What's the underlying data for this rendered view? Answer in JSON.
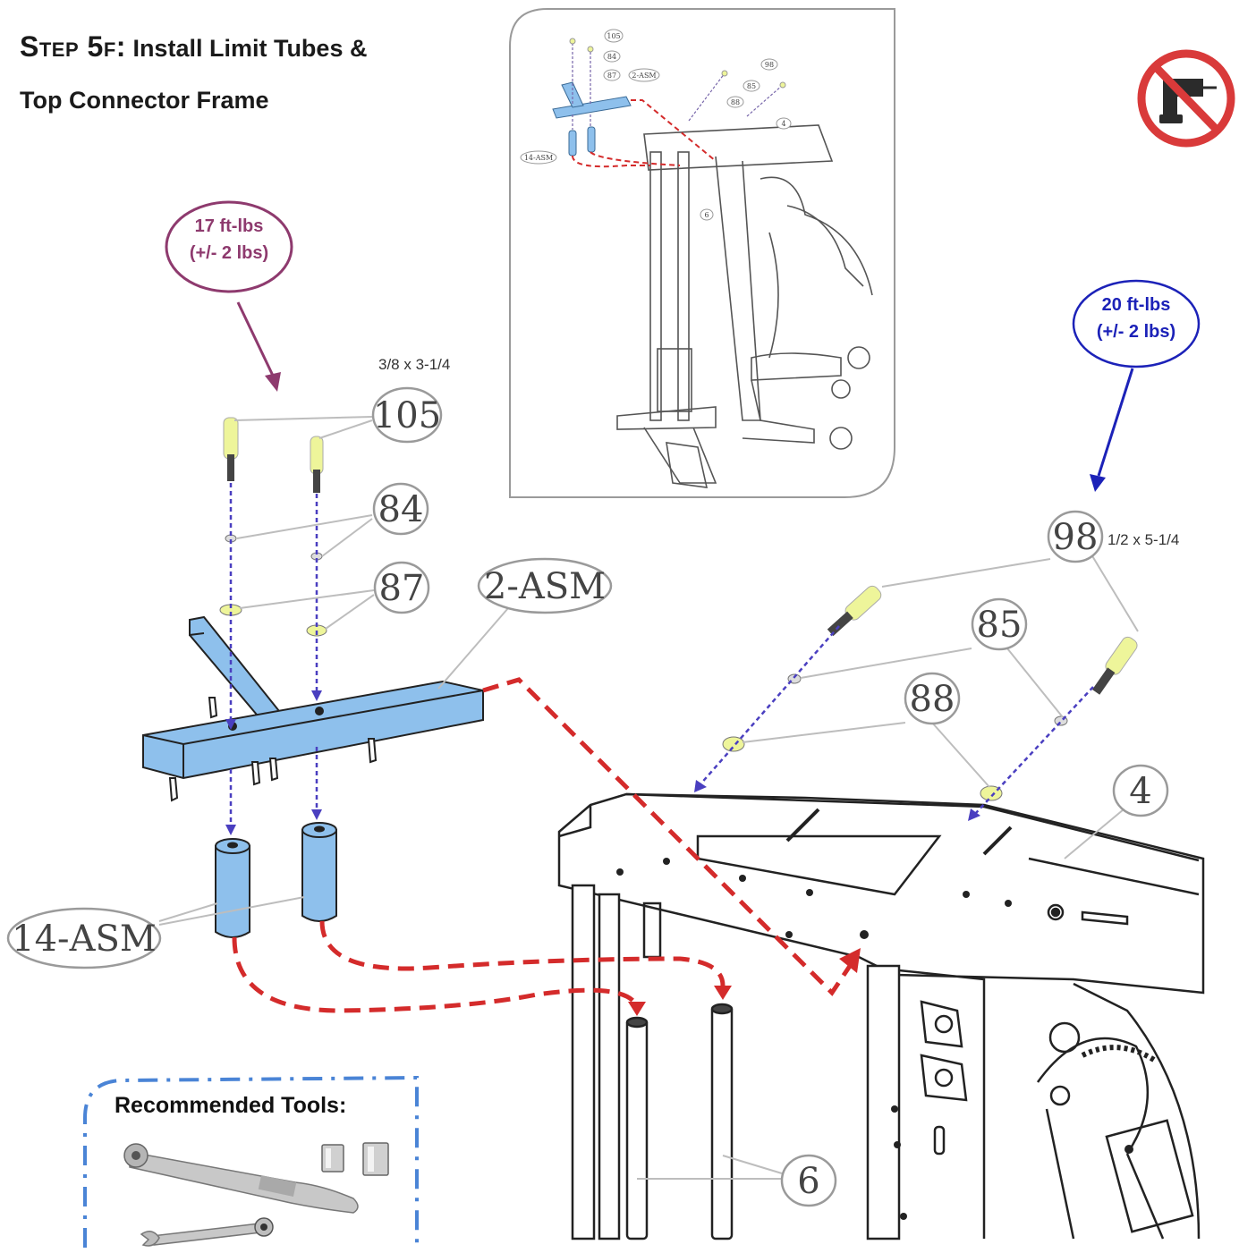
{
  "title": {
    "step": "Step 5f:",
    "line1": "Install Limit Tubes &",
    "line2": "Top Connector Frame"
  },
  "torque_left": {
    "line1": "17 ft-lbs",
    "line2": "(+/- 2 lbs)",
    "color": "#8e3a6e"
  },
  "torque_right": {
    "line1": "20 ft-lbs",
    "line2": "(+/- 2 lbs)",
    "color": "#1c22b8"
  },
  "specs": {
    "left_bolt": "3/8 x 3-1/4",
    "right_bolt": "1/2 x 5-1/4"
  },
  "callouts": {
    "c105": "105",
    "c84": "84",
    "c87": "87",
    "c2asm": "2-ASM",
    "c14asm": "14-ASM",
    "c98": "98",
    "c85": "85",
    "c88": "88",
    "c4": "4",
    "c6": "6"
  },
  "inset_callouts": {
    "i105": "105",
    "i84": "84",
    "i87": "87",
    "i2asm": "2-ASM",
    "i14asm": "14-ASM",
    "i98": "98",
    "i85": "85",
    "i88": "88",
    "i4": "4",
    "i6": "6"
  },
  "tools": {
    "label": "Recommended Tools:"
  },
  "icons": {
    "no_power_drill": "no-power-drill-icon"
  },
  "colors": {
    "part_blue": "#8ec0ec",
    "arrow_red": "#d42b2b",
    "bolt_yellow": "#eef59a",
    "tools_border": "#4a84d6"
  }
}
